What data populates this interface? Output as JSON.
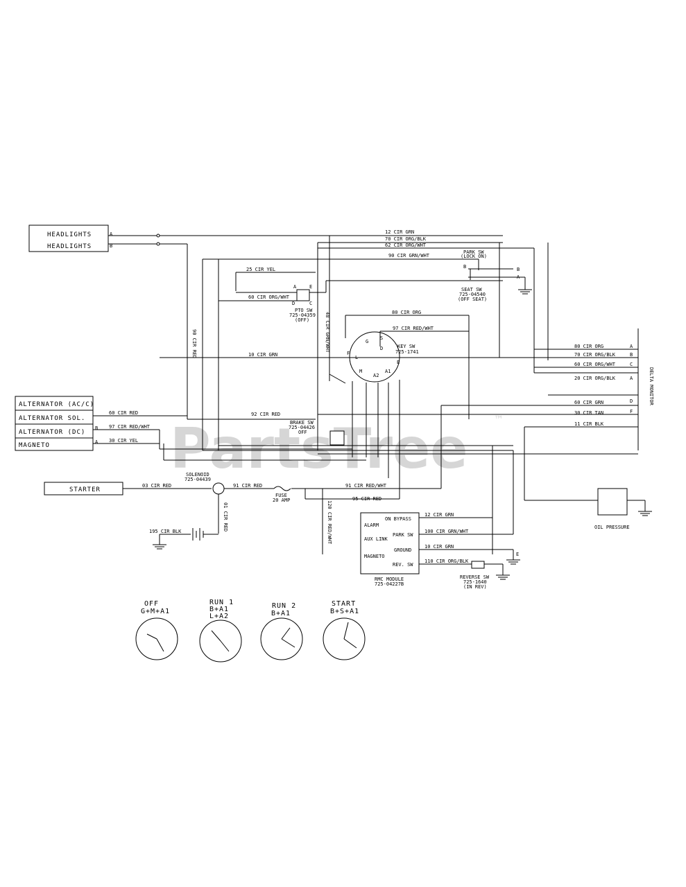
{
  "watermark": "PartsTree",
  "watermark_tm": "™",
  "components": {
    "headlights_1": "HEADLIGHTS",
    "headlights_2": "HEADLIGHTS",
    "alternator_acac": "ALTERNATOR (AC/C)",
    "alternator_sol": "ALTERNATOR SOL.",
    "alternator_dc": "ALTERNATOR (DC)",
    "magneto": "MAGNETO",
    "starter": "STARTER",
    "solenoid": "SOLENOID",
    "solenoid_part": "725-04439",
    "fuse": "FUSE",
    "fuse_rating": "20 AMP",
    "pto_sw": "PTO SW",
    "pto_part": "725-04359",
    "pto_state": "(OFF)",
    "brake_sw": "BRAKE SW",
    "brake_part": "725-04426",
    "brake_state": "OFF",
    "key_sw": "KEY SW",
    "key_part": "725-1741",
    "park_sw": "PARK SW",
    "park_state": "(LOCK ON)",
    "seat_sw": "SEAT SW",
    "seat_part": "725-04540",
    "seat_state": "(OFF SEAT)",
    "delta_monitor": "DELTA MONITOR",
    "oil_pressure": "OIL PRESSURE",
    "rmc_module": "RMC MODULE",
    "rmc_part": "725-04227B",
    "reverse_sw": "REVERSE SW",
    "reverse_part": "725-1640",
    "reverse_state": "(IN REV)",
    "battery_ground": "195 CIR BLK"
  },
  "wires": {
    "w12_grn": "12 CIR GRN",
    "w70_org_blk": "70 CIR ORG/BLK",
    "w62_org_wht": "62 CIR ORG/WHT",
    "w90_grn_wht": "90 CIR GRN/WHT",
    "w25_yel": "25 CIR YEL",
    "w60_org_wht": "60 CIR ORG/WHT",
    "w90_red_v": "90 CIR RED",
    "w48_grn_wht": "48 CIR GRN/WHT",
    "w80_org": "80 CIR ORG",
    "w97_red_wht": "97 CIR RED/WHT",
    "w10_grn": "10 CIR GRN",
    "w60_red": "60 CIR RED",
    "w92_red": "92 CIR RED",
    "w97_red_wht_b": "97 CIR RED/WHT",
    "w30_yel": "30 CIR YEL",
    "w03_red": "03 CIR RED",
    "w91_red": "91 CIR RED",
    "w01_red_v": "01 CIR RED",
    "w91_red_wht": "91 CIR RED/WHT",
    "w95_red": "95 CIR RED",
    "w120_red_wht": "120 CIR RED/WHT",
    "dm_80_org": "80 CIR ORG",
    "dm_70_org_blk": "70 CIR ORG/BLK",
    "dm_60_org_wht": "60 CIR ORG/WHT",
    "dm_20_org_blk": "20 CIR ORG/BLK",
    "dm_60_grn": "60 CIR GRN",
    "dm_30_tan": "30 CIR TAN",
    "dm_11_blk": "11 CIR BLK",
    "rmc_12_grn": "12 CIR GRN",
    "rmc_100_grn_wht": "100 CIR GRN/WHT",
    "rmc_ground_grn": "10 CIR GRN",
    "rmc_110_org_blk": "110 CIR ORG/BLK"
  },
  "rmc_terminals": {
    "alarm": "ALARM",
    "aux_link": "AUX LINK",
    "magneto": "MAGNETO",
    "on_bypass": "ON BYPASS",
    "park_sw": "PARK SW",
    "ground": "GROUND",
    "rev_sw": "REV. SW"
  },
  "key_switch_positions": [
    {
      "name": "OFF",
      "combo": "G+M+A1",
      "combo2": ""
    },
    {
      "name": "RUN 1",
      "combo": "B+A1",
      "combo2": "L+A2"
    },
    {
      "name": "RUN 2",
      "combo": "B+A1",
      "combo2": ""
    },
    {
      "name": "START",
      "combo": "B+S+A1",
      "combo2": ""
    }
  ],
  "key_terminals": [
    "G",
    "S",
    "B",
    "L",
    "M",
    "A2",
    "A1"
  ],
  "pins": {
    "a": "A",
    "b": "B",
    "c": "C",
    "d": "D",
    "e": "E",
    "f": "F"
  }
}
